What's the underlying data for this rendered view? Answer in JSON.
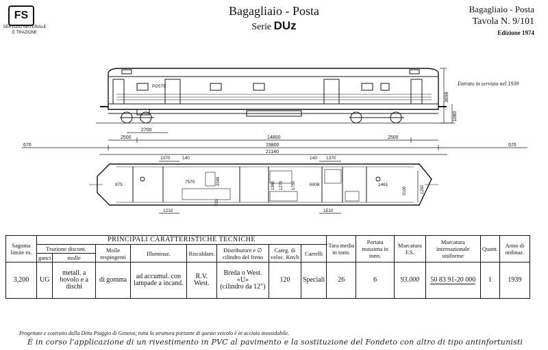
{
  "header": {
    "logo_text": "FS",
    "logo_caption_1": "SERVIZIO MATERIALE",
    "logo_caption_2": "E TRAZIONE",
    "title": "Bagagliaio - Posta",
    "series_prefix": "Serie",
    "series_code": "DUz",
    "right_title": "Bagagliaio - Posta",
    "table_number": "Tavola N. 9/101",
    "edition": "Edizione 1974"
  },
  "drawing": {
    "service_note": "Entrato in servizio nel 1939",
    "side_view": {
      "posta_label": "POSTE",
      "dims": {
        "height": "3698",
        "floor": "1080",
        "bogie": "2700",
        "left_overhang": "2500",
        "bogie_centers": "14800",
        "right_overhang": "2500",
        "buffer_left": "670",
        "body_length": "19800",
        "buffer_right": "670",
        "total_length": "21140"
      }
    },
    "plan_view": {
      "dims": {
        "d1070": "1070",
        "d140a": "140",
        "d140b": "140",
        "d1370": "1370",
        "d7570": "7570",
        "d2048": "2048",
        "d975": "975",
        "d700": "700",
        "d1210": "1210",
        "d1960": "1960",
        "d1270": "1270",
        "d1750": "1750",
        "d6008": "6008",
        "d1461": "1461",
        "d3100": "3100",
        "d1250": "1250",
        "d1510": "1510"
      }
    }
  },
  "table": {
    "heading": "PRINCIPALI CARATTERISTICHE TECNICHE",
    "headers": {
      "sagoma": "Sagoma limite m.",
      "trazione": "Trazione discont.",
      "ganci": "ganci",
      "molle": "molle",
      "molle_resp": "Molle respingenti",
      "illuminaz": "Illuminaz.",
      "riscaldam": "Riscaldam.",
      "distributore": "Distributore e ∅ cilindro del freno",
      "categ": "Categ. di veloc. Km/h",
      "carrelli": "Carrelli",
      "tara": "Tara media in tonn.",
      "portata": "Portata massima in tonn.",
      "marcatura_fs": "Marcatura F.S.",
      "marcatura_int": "Marcatura internazionale uniforme",
      "quant": "Quant.",
      "anno": "Anno di ordinaz."
    },
    "row": {
      "sagoma": "3,200",
      "ganci": "UG",
      "molle": "metall. a bovolo e a dischi",
      "molle_resp": "di gomma",
      "illuminaz": "ad accumul. con lampade a incand.",
      "riscaldam": "R.V. West.",
      "distributore_1": "Breda o West. «U»",
      "distributore_2": "(cilindro da 12\")",
      "categ": "120",
      "carrelli": "Speciali",
      "tara": "26",
      "portata": "6",
      "marcatura_fs": "93.000",
      "marcatura_int": "50 83 91-20 000",
      "quant": "1",
      "anno": "1939"
    }
  },
  "footer": {
    "note": "Progettato e costruito dalla Ditta Piaggio di Genova; tutta la struttura portante di questo veicolo è in acciaio inossidabile.",
    "handwritten": "È in corso l'applicazione di un rivestimento in PVC al pavimento e la sostituzione del Fondeto con altro di tipo antinfortunisti"
  }
}
